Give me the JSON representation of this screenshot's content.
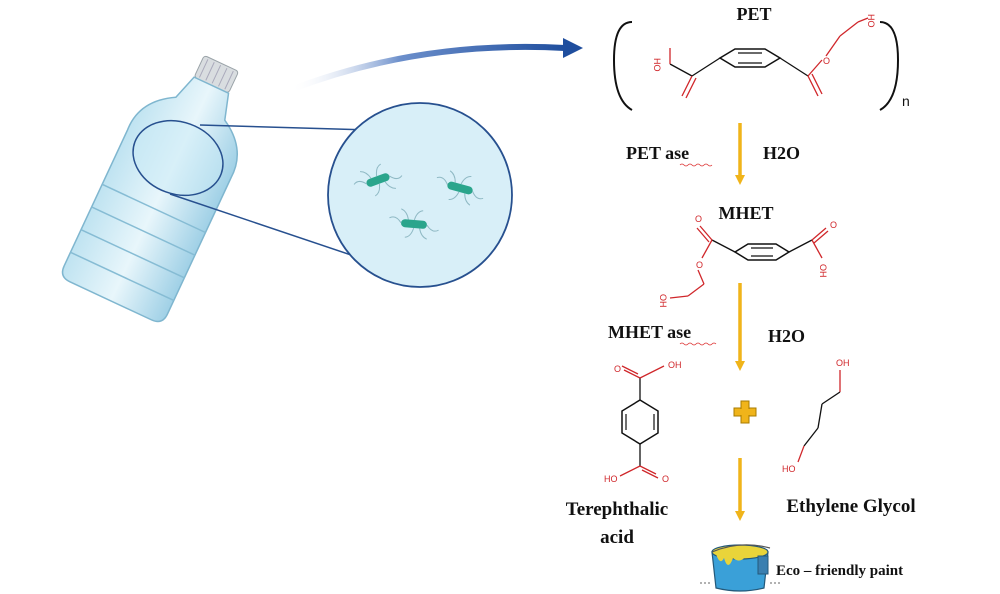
{
  "labels": {
    "pet": "PET",
    "repeat_subscript": "n",
    "enzyme_1": "PET ase",
    "water_1": "H2O",
    "mhet": "MHET",
    "enzyme_2": "MHET ase",
    "water_2": "H2O",
    "product_1_line1": "Terephthalic",
    "product_1_line2": "acid",
    "product_2": "Ethylene Glycol",
    "final_product": "Eco – friendly paint"
  },
  "atoms": {
    "oh": "OH",
    "ho": "HO",
    "o": "O"
  },
  "icons": {
    "bottle": "plastic-bottle-icon",
    "bacteria": "bacteria-icon",
    "paint": "paint-bucket-icon",
    "plus": "plus-icon"
  },
  "colors": {
    "arrow_blue": "#1f4e9e",
    "reaction_arrow": "#f0b41a",
    "plus_fill": "#f0b41a",
    "atom_red": "#d0272b",
    "bacteria_green": "#2aa58c",
    "bottle_blue": "#a8d8ea"
  }
}
